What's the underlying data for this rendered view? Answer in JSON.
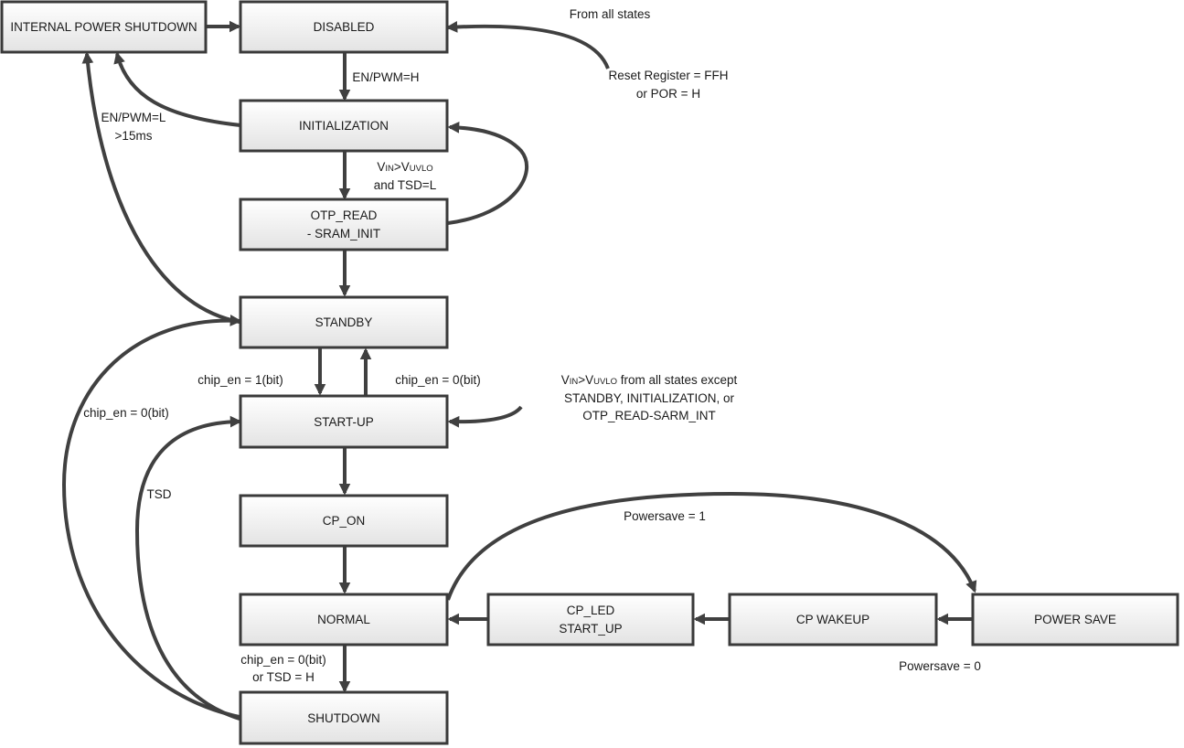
{
  "diagram": {
    "nodes": {
      "internal_power_shutdown": "INTERNAL POWER SHUTDOWN",
      "disabled": "DISABLED",
      "initialization": "INITIALIZATION",
      "otp_read_1": "OTP_READ",
      "otp_read_2": "- SRAM_INIT",
      "standby": "STANDBY",
      "start_up": "START-UP",
      "cp_on": "CP_ON",
      "normal": "NORMAL",
      "cp_led_1": "CP_LED",
      "cp_led_2": "START_UP",
      "cp_wakeup": "CP WAKEUP",
      "power_save": "POWER SAVE",
      "shutdown": "SHUTDOWN"
    },
    "labels": {
      "from_all_states": "From all states",
      "reset_register_1": "Reset Register = FFH",
      "reset_register_2": "or POR = H",
      "en_pwm_h": "EN/PWM=H",
      "en_pwm_l_1": "EN/PWM=L",
      "en_pwm_l_2": ">15ms",
      "vin_1_v": "V",
      "vin_1_in": "IN",
      "vin_1_gt": ">V",
      "vin_1_uvlo": "UVLO",
      "vin_2": "and TSD=L",
      "chip_en_1_left": "chip_en = 1(bit)",
      "chip_en_0_right": "chip_en = 0(bit)",
      "chip_en_0_left": "chip_en = 0(bit)",
      "vin_except_v": "V",
      "vin_except_in": "IN",
      "vin_except_gt": ">V",
      "vin_except_uvlo": "UVLO",
      "vin_except_rest": " from all states except",
      "vin_except_2": "STANDBY, INITIALIZATION, or",
      "vin_except_3": "OTP_READ-SARM_INT",
      "tsd": "TSD",
      "powersave_1": "Powersave = 1",
      "powersave_0": "Powersave = 0",
      "chip_en_or_1": "chip_en = 0(bit)",
      "chip_en_or_2": "or TSD = H"
    }
  }
}
